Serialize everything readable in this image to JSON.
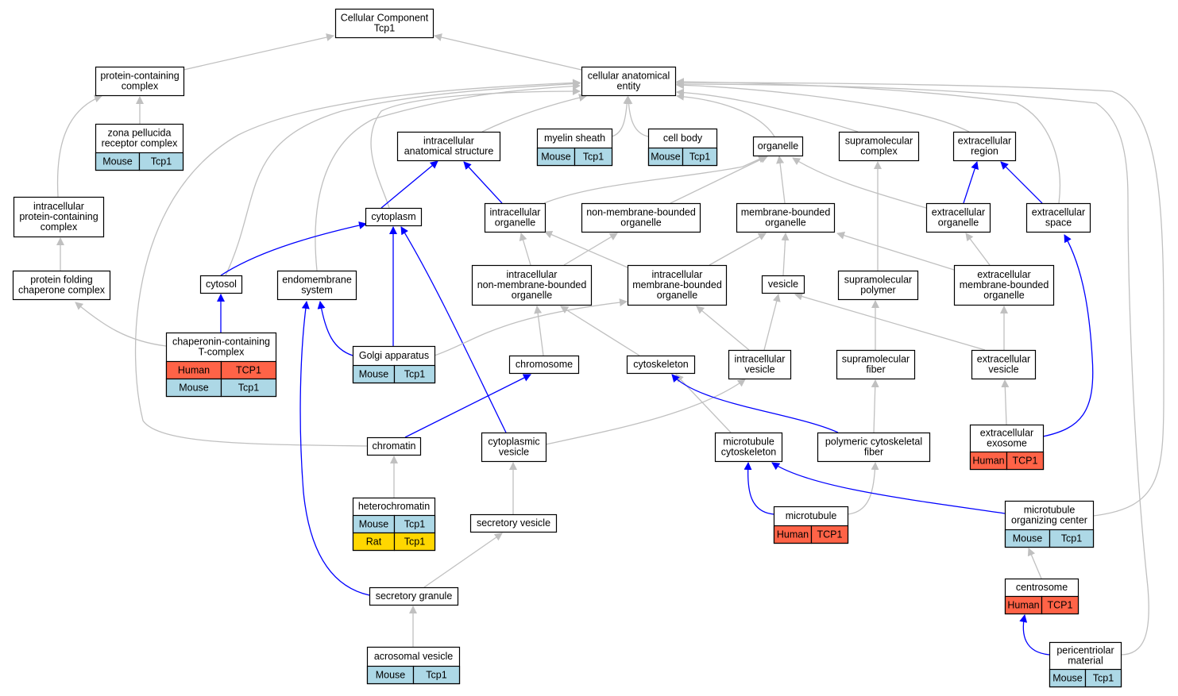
{
  "colors": {
    "mouse": "#add8e6",
    "human": "#ff6347",
    "rat": "#ffd700",
    "is_a_edge": "#c0c0c0",
    "part_of_edge": "#0000ff"
  },
  "nodes": [
    {
      "id": "cc",
      "lines": [
        "Cellular Component",
        "Tcp1"
      ],
      "annotations": []
    },
    {
      "id": "pcc",
      "lines": [
        "protein-containing",
        "complex"
      ],
      "annotations": []
    },
    {
      "id": "cae",
      "lines": [
        "cellular anatomical",
        "entity"
      ],
      "annotations": []
    },
    {
      "id": "zprc",
      "lines": [
        "zona pellucida",
        "receptor complex"
      ],
      "annotations": [
        [
          "Mouse",
          "Tcp1"
        ]
      ]
    },
    {
      "id": "ias",
      "lines": [
        "intracellular",
        "anatomical structure"
      ],
      "annotations": []
    },
    {
      "id": "myelin",
      "lines": [
        "myelin sheath"
      ],
      "annotations": [
        [
          "Mouse",
          "Tcp1"
        ]
      ]
    },
    {
      "id": "cellbody",
      "lines": [
        "cell body"
      ],
      "annotations": [
        [
          "Mouse",
          "Tcp1"
        ]
      ]
    },
    {
      "id": "organelle",
      "lines": [
        "organelle"
      ],
      "annotations": []
    },
    {
      "id": "supcomplex",
      "lines": [
        "supramolecular",
        "complex"
      ],
      "annotations": []
    },
    {
      "id": "exregion",
      "lines": [
        "extracellular",
        "region"
      ],
      "annotations": []
    },
    {
      "id": "ipcc",
      "lines": [
        "intracellular",
        "protein-containing",
        "complex"
      ],
      "annotations": []
    },
    {
      "id": "cytoplasm",
      "lines": [
        "cytoplasm"
      ],
      "annotations": []
    },
    {
      "id": "iorg",
      "lines": [
        "intracellular",
        "organelle"
      ],
      "annotations": []
    },
    {
      "id": "nmbo",
      "lines": [
        "non-membrane-bounded",
        "organelle"
      ],
      "annotations": []
    },
    {
      "id": "mbo",
      "lines": [
        "membrane-bounded",
        "organelle"
      ],
      "annotations": []
    },
    {
      "id": "exorg",
      "lines": [
        "extracellular",
        "organelle"
      ],
      "annotations": []
    },
    {
      "id": "exspace",
      "lines": [
        "extracellular",
        "space"
      ],
      "annotations": []
    },
    {
      "id": "pfcc",
      "lines": [
        "protein folding",
        "chaperone complex"
      ],
      "annotations": []
    },
    {
      "id": "cytosol",
      "lines": [
        "cytosol"
      ],
      "annotations": []
    },
    {
      "id": "endo",
      "lines": [
        "endomembrane",
        "system"
      ],
      "annotations": []
    },
    {
      "id": "inmbo",
      "lines": [
        "intracellular",
        "non-membrane-bounded",
        "organelle"
      ],
      "annotations": []
    },
    {
      "id": "imbo",
      "lines": [
        "intracellular",
        "membrane-bounded",
        "organelle"
      ],
      "annotations": []
    },
    {
      "id": "vesicle",
      "lines": [
        "vesicle"
      ],
      "annotations": []
    },
    {
      "id": "suppolymer",
      "lines": [
        "supramolecular",
        "polymer"
      ],
      "annotations": []
    },
    {
      "id": "exmbo",
      "lines": [
        "extracellular",
        "membrane-bounded",
        "organelle"
      ],
      "annotations": []
    },
    {
      "id": "cct",
      "lines": [
        "chaperonin-containing",
        "T-complex"
      ],
      "annotations": [
        [
          "Human",
          "TCP1"
        ],
        [
          "Mouse",
          "Tcp1"
        ]
      ]
    },
    {
      "id": "golgi",
      "lines": [
        "Golgi apparatus"
      ],
      "annotations": [
        [
          "Mouse",
          "Tcp1"
        ]
      ]
    },
    {
      "id": "chromosome",
      "lines": [
        "chromosome"
      ],
      "annotations": []
    },
    {
      "id": "cytoskeleton",
      "lines": [
        "cytoskeleton"
      ],
      "annotations": []
    },
    {
      "id": "ivesicle",
      "lines": [
        "intracellular",
        "vesicle"
      ],
      "annotations": []
    },
    {
      "id": "supfiber",
      "lines": [
        "supramolecular",
        "fiber"
      ],
      "annotations": []
    },
    {
      "id": "exvesicle",
      "lines": [
        "extracellular",
        "vesicle"
      ],
      "annotations": []
    },
    {
      "id": "chromatin",
      "lines": [
        "chromatin"
      ],
      "annotations": []
    },
    {
      "id": "cytves",
      "lines": [
        "cytoplasmic",
        "vesicle"
      ],
      "annotations": []
    },
    {
      "id": "mtcyto",
      "lines": [
        "microtubule",
        "cytoskeleton"
      ],
      "annotations": []
    },
    {
      "id": "pcf",
      "lines": [
        "polymeric cytoskeletal",
        "fiber"
      ],
      "annotations": []
    },
    {
      "id": "exosome",
      "lines": [
        "extracellular",
        "exosome"
      ],
      "annotations": [
        [
          "Human",
          "TCP1"
        ]
      ]
    },
    {
      "id": "hetero",
      "lines": [
        "heterochromatin"
      ],
      "annotations": [
        [
          "Mouse",
          "Tcp1"
        ],
        [
          "Rat",
          "Tcp1"
        ]
      ]
    },
    {
      "id": "secves",
      "lines": [
        "secretory vesicle"
      ],
      "annotations": []
    },
    {
      "id": "microtubule",
      "lines": [
        "microtubule"
      ],
      "annotations": [
        [
          "Human",
          "TCP1"
        ]
      ]
    },
    {
      "id": "mtoc",
      "lines": [
        "microtubule",
        "organizing center"
      ],
      "annotations": [
        [
          "Mouse",
          "Tcp1"
        ]
      ]
    },
    {
      "id": "centrosome",
      "lines": [
        "centrosome"
      ],
      "annotations": [
        [
          "Human",
          "TCP1"
        ]
      ]
    },
    {
      "id": "secgran",
      "lines": [
        "secretory granule"
      ],
      "annotations": []
    },
    {
      "id": "acro",
      "lines": [
        "acrosomal vesicle"
      ],
      "annotations": [
        [
          "Mouse",
          "Tcp1"
        ]
      ]
    },
    {
      "id": "pcm",
      "lines": [
        "pericentriolar",
        "material"
      ],
      "annotations": [
        [
          "Mouse",
          "Tcp1"
        ]
      ]
    }
  ],
  "edges": [
    {
      "from": "pcc",
      "to": "cc",
      "relation": "is_a"
    },
    {
      "from": "cae",
      "to": "cc",
      "relation": "is_a"
    },
    {
      "from": "zprc",
      "to": "pcc",
      "relation": "is_a"
    },
    {
      "from": "ipcc",
      "to": "pcc",
      "relation": "is_a"
    },
    {
      "from": "ias",
      "to": "cae",
      "relation": "is_a"
    },
    {
      "from": "myelin",
      "to": "cae",
      "relation": "is_a"
    },
    {
      "from": "cellbody",
      "to": "cae",
      "relation": "is_a"
    },
    {
      "from": "organelle",
      "to": "cae",
      "relation": "is_a"
    },
    {
      "from": "supcomplex",
      "to": "cae",
      "relation": "is_a"
    },
    {
      "from": "exregion",
      "to": "cae",
      "relation": "is_a"
    },
    {
      "from": "exspace",
      "to": "cae",
      "relation": "is_a"
    },
    {
      "from": "cytosol",
      "to": "cae",
      "relation": "is_a"
    },
    {
      "from": "endo",
      "to": "cae",
      "relation": "is_a"
    },
    {
      "from": "cytoplasm",
      "to": "cae",
      "relation": "is_a"
    },
    {
      "from": "chromatin",
      "to": "cae",
      "relation": "is_a"
    },
    {
      "from": "mtoc",
      "to": "cae",
      "relation": "is_a"
    },
    {
      "from": "pcm",
      "to": "cae",
      "relation": "is_a"
    },
    {
      "from": "pfcc",
      "to": "ipcc",
      "relation": "is_a"
    },
    {
      "from": "cct",
      "to": "pfcc",
      "relation": "is_a"
    },
    {
      "from": "cct",
      "to": "cytosol",
      "relation": "part_of"
    },
    {
      "from": "cytoplasm",
      "to": "ias",
      "relation": "part_of"
    },
    {
      "from": "iorg",
      "to": "ias",
      "relation": "part_of"
    },
    {
      "from": "iorg",
      "to": "organelle",
      "relation": "is_a"
    },
    {
      "from": "nmbo",
      "to": "organelle",
      "relation": "is_a"
    },
    {
      "from": "mbo",
      "to": "organelle",
      "relation": "is_a"
    },
    {
      "from": "exorg",
      "to": "organelle",
      "relation": "is_a"
    },
    {
      "from": "exorg",
      "to": "exregion",
      "relation": "part_of"
    },
    {
      "from": "exspace",
      "to": "exregion",
      "relation": "part_of"
    },
    {
      "from": "cytosol",
      "to": "cytoplasm",
      "relation": "part_of"
    },
    {
      "from": "golgi",
      "to": "cytoplasm",
      "relation": "part_of"
    },
    {
      "from": "cytves",
      "to": "cytoplasm",
      "relation": "part_of"
    },
    {
      "from": "golgi",
      "to": "endo",
      "relation": "part_of"
    },
    {
      "from": "secgran",
      "to": "endo",
      "relation": "part_of"
    },
    {
      "from": "inmbo",
      "to": "iorg",
      "relation": "is_a"
    },
    {
      "from": "inmbo",
      "to": "nmbo",
      "relation": "is_a"
    },
    {
      "from": "imbo",
      "to": "iorg",
      "relation": "is_a"
    },
    {
      "from": "imbo",
      "to": "mbo",
      "relation": "is_a"
    },
    {
      "from": "vesicle",
      "to": "mbo",
      "relation": "is_a"
    },
    {
      "from": "exmbo",
      "to": "mbo",
      "relation": "is_a"
    },
    {
      "from": "exmbo",
      "to": "exorg",
      "relation": "is_a"
    },
    {
      "from": "suppolymer",
      "to": "supcomplex",
      "relation": "is_a"
    },
    {
      "from": "golgi",
      "to": "imbo",
      "relation": "is_a"
    },
    {
      "from": "chromosome",
      "to": "inmbo",
      "relation": "is_a"
    },
    {
      "from": "cytoskeleton",
      "to": "inmbo",
      "relation": "is_a"
    },
    {
      "from": "ivesicle",
      "to": "imbo",
      "relation": "is_a"
    },
    {
      "from": "ivesicle",
      "to": "vesicle",
      "relation": "is_a"
    },
    {
      "from": "exvesicle",
      "to": "vesicle",
      "relation": "is_a"
    },
    {
      "from": "exvesicle",
      "to": "exmbo",
      "relation": "is_a"
    },
    {
      "from": "supfiber",
      "to": "suppolymer",
      "relation": "is_a"
    },
    {
      "from": "chromatin",
      "to": "chromosome",
      "relation": "part_of"
    },
    {
      "from": "cytves",
      "to": "ivesicle",
      "relation": "is_a"
    },
    {
      "from": "mtcyto",
      "to": "cytoskeleton",
      "relation": "is_a"
    },
    {
      "from": "pcf",
      "to": "cytoskeleton",
      "relation": "part_of"
    },
    {
      "from": "pcf",
      "to": "supfiber",
      "relation": "is_a"
    },
    {
      "from": "exosome",
      "to": "exvesicle",
      "relation": "is_a"
    },
    {
      "from": "exosome",
      "to": "exspace",
      "relation": "part_of"
    },
    {
      "from": "hetero",
      "to": "chromatin",
      "relation": "is_a"
    },
    {
      "from": "secves",
      "to": "cytves",
      "relation": "is_a"
    },
    {
      "from": "microtubule",
      "to": "mtcyto",
      "relation": "part_of"
    },
    {
      "from": "microtubule",
      "to": "pcf",
      "relation": "is_a"
    },
    {
      "from": "mtoc",
      "to": "mtcyto",
      "relation": "part_of"
    },
    {
      "from": "centrosome",
      "to": "mtoc",
      "relation": "is_a"
    },
    {
      "from": "pcm",
      "to": "centrosome",
      "relation": "part_of"
    },
    {
      "from": "secgran",
      "to": "secves",
      "relation": "is_a"
    },
    {
      "from": "acro",
      "to": "secgran",
      "relation": "is_a"
    }
  ]
}
